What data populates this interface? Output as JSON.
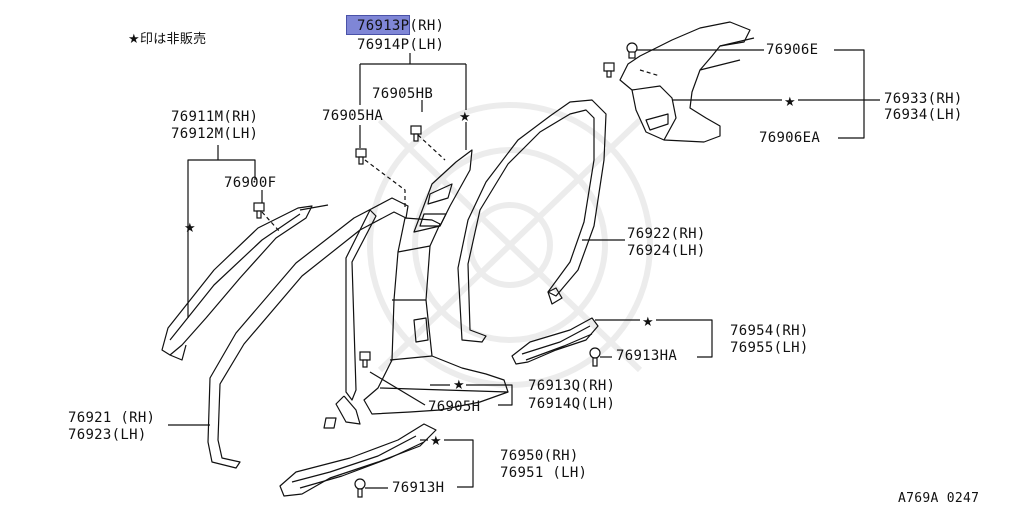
{
  "legend": "★印は非販売",
  "figure_code": "A769A 0247",
  "highlight_color": "#7f86d6",
  "labels": {
    "p_rh": "76913P(RH)",
    "p_lh": "76914P(LH)",
    "hb": "76905HB",
    "ha": "76905HA",
    "m_rh": "76911M(RH)",
    "m_lh": "76912M(LH)",
    "f": "76900F",
    "e": "76906E",
    "ea": "76906EA",
    "r933": "76933(RH)",
    "r934": "76934(LH)",
    "r922": "76922(RH)",
    "r924": "76924(LH)",
    "r954": "76954(RH)",
    "r955": "76955(LH)",
    "hha": "76913HA",
    "r913q": "76913Q(RH)",
    "r914q": "76914Q(LH)",
    "h": "76905H",
    "r921": "76921 (RH)",
    "r923": "76923(LH)",
    "r950": "76950(RH)",
    "r951": "76951 (LH)",
    "h913": "76913H"
  }
}
